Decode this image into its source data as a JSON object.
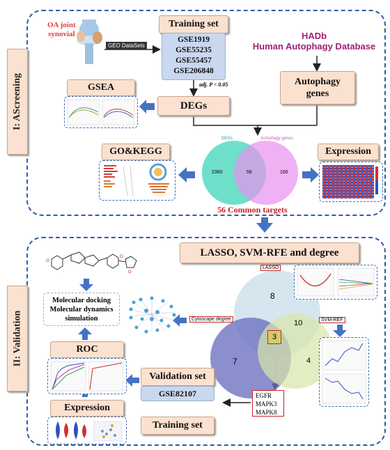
{
  "section1": {
    "label": "I: AScreening"
  },
  "section2": {
    "label": "II: Validation"
  },
  "oa": {
    "label_line1": "OA joint",
    "label_line2": "synovial"
  },
  "geo": {
    "label": "GEO DataSets"
  },
  "training": {
    "title": "Training set",
    "datasets": [
      "GSE1919",
      "GSE55235",
      "GSE55457",
      "GSE206848"
    ]
  },
  "hadb": {
    "line1": "HADb",
    "line2": "Human Autophagy Database"
  },
  "adj": {
    "label": "adj. P < 0.05"
  },
  "gsea": {
    "label": "GSEA"
  },
  "degs": {
    "label": "DEGs"
  },
  "autophagy": {
    "line1": "Autophagy",
    "line2": "genes"
  },
  "gokegg": {
    "label": "GO&KEGG"
  },
  "expression1": {
    "label": "Expression"
  },
  "venn1": {
    "left_label": "DEGs",
    "right_label": "Autophagy genes",
    "left_count": "2360",
    "overlap_count": "56",
    "right_count": "166",
    "caption": "56 Common targets"
  },
  "lasso_title": {
    "label": "LASSO, SVM-RFE and degree"
  },
  "venn2": {
    "top": "8",
    "middle_right": "10",
    "center": "3",
    "left": "7",
    "right": "4"
  },
  "tags": {
    "lasso": "LASSO",
    "svm": "SVM-REF",
    "cytoscape": "Cytoscape degree"
  },
  "genes": [
    "EGFR",
    "MAPK3",
    "MAPK8"
  ],
  "docking": {
    "line1": "Molecular docking",
    "line2": "Molecular dynamics",
    "line3": "simulation"
  },
  "roc": {
    "label": "ROC"
  },
  "validation": {
    "title": "Validation set",
    "dataset": "GSE82107"
  },
  "expression2": {
    "label": "Expression"
  },
  "training2": {
    "label": "Training set"
  }
}
